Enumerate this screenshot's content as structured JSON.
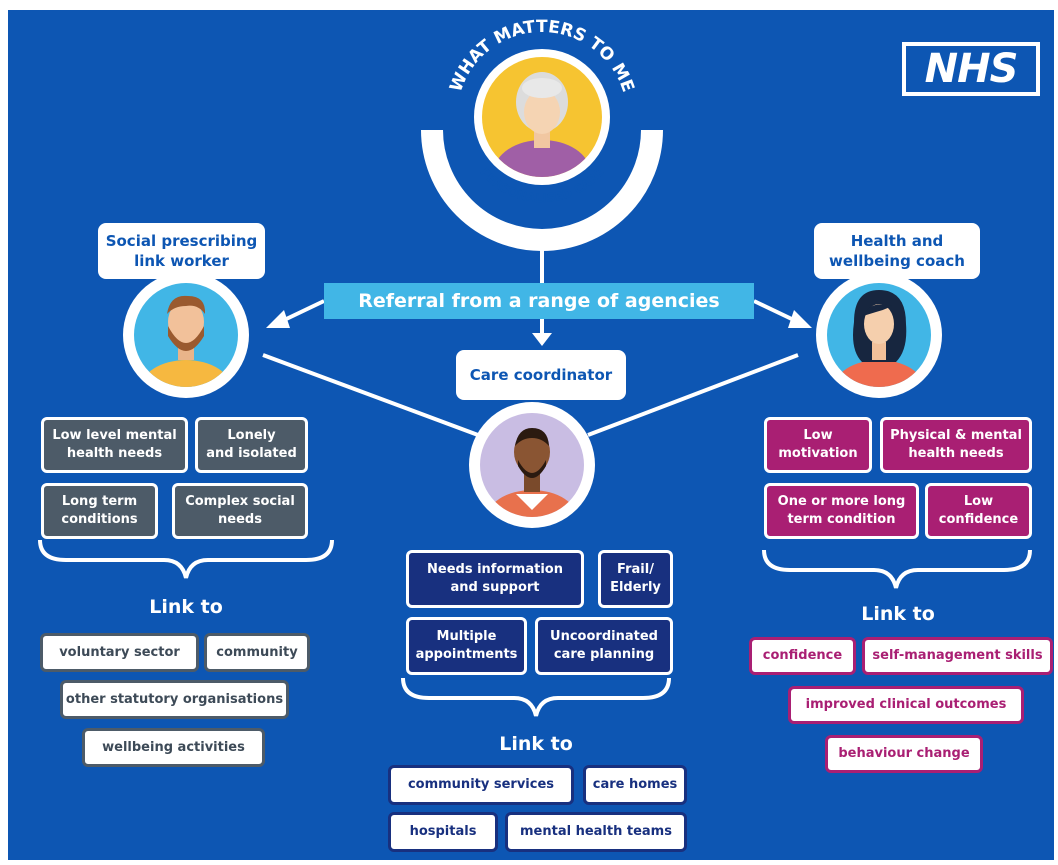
{
  "header": {
    "title_arc": "WHAT MATTERS TO ME",
    "subtitle_arc": "PERSONALISED CARE",
    "logo": "NHS"
  },
  "referral": "Referral from a range  of agencies",
  "roles": {
    "left": "Social prescribing\nlink worker",
    "center": "Care coordinator",
    "right": "Health and\nwellbeing coach"
  },
  "needs": {
    "left": [
      "Low level mental\nhealth needs",
      "Lonely\nand isolated",
      "Long term\nconditions",
      "Complex social\nneeds"
    ],
    "center": [
      "Needs information\nand support",
      "Frail/\nElderly",
      "Multiple\nappointments",
      "Uncoordinated\ncare planning"
    ],
    "right": [
      "Low\nmotivation",
      "Physical & mental\nhealth needs",
      "One or more long\nterm condition",
      "Low\nconfidence"
    ]
  },
  "link_to": {
    "left": "Link to",
    "center": "Link to",
    "right": "Link to"
  },
  "links": {
    "left": [
      "voluntary sector",
      "community",
      "other statutory organisations",
      "wellbeing activities"
    ],
    "center": [
      "community services",
      "care homes",
      "hospitals",
      "mental health teams"
    ],
    "right": [
      "confidence",
      "self-management skills",
      "improved clinical outcomes",
      "behaviour change"
    ]
  },
  "icons": [
    "elderly-person-icon",
    "bearded-man-icon",
    "coordinator-man-icon",
    "woman-coach-icon",
    "arrow-down-icon",
    "arrow-left-icon",
    "arrow-right-icon"
  ],
  "colors": {
    "background": "#0d56b3",
    "referral": "#41b6e6",
    "grey": "#4d5b68",
    "navy": "#18307f",
    "pink": "#a91f73"
  }
}
